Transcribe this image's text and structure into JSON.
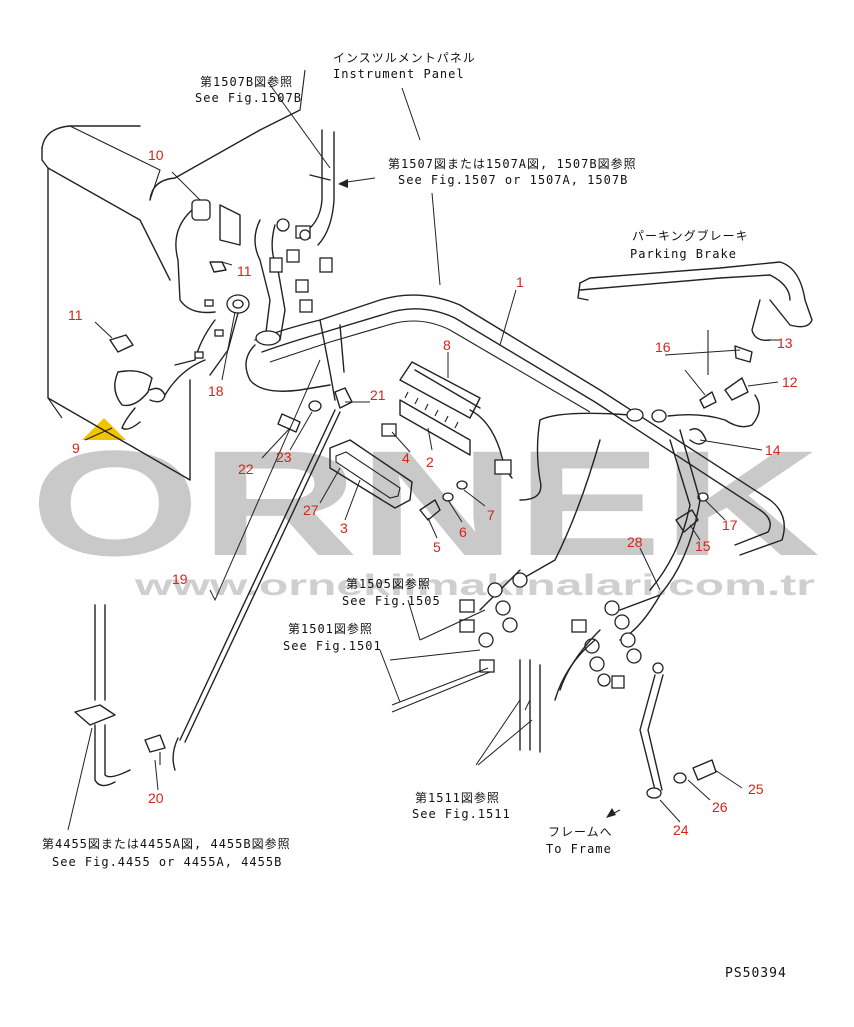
{
  "watermark": {
    "logo": "ORNEK",
    "url": "www.ornekiimakinalari.com.tr",
    "accent_color": "#f2c300",
    "color": "#c9c9c9"
  },
  "references": {
    "instrument_panel": {
      "jp": "インスツルメントパネル",
      "en": "Instrument Panel"
    },
    "fig_1507b": {
      "jp": "第1507B図参照",
      "en": "See Fig.1507B"
    },
    "fig_1507": {
      "jp": "第1507図または1507A図, 1507B図参照",
      "en": "See Fig.1507 or 1507A, 1507B"
    },
    "parking_brake": {
      "jp": "パーキングブレーキ",
      "en": "Parking Brake"
    },
    "fig_1505": {
      "jp": "第1505図参照",
      "en": "See Fig.1505"
    },
    "fig_1501": {
      "jp": "第1501図参照",
      "en": "See Fig.1501"
    },
    "fig_1511": {
      "jp": "第1511図参照",
      "en": "See Fig.1511"
    },
    "frame": {
      "jp": "フレームへ",
      "en": "To Frame"
    },
    "fig_4455": {
      "jp": "第4455図または4455A図, 4455B図参照",
      "en": "See Fig.4455 or 4455A, 4455B"
    }
  },
  "part_numbers": {
    "p1": "1",
    "p2": "2",
    "p3": "3",
    "p4": "4",
    "p5": "5",
    "p6": "6",
    "p7": "7",
    "p8": "8",
    "p9": "9",
    "p10": "10",
    "p11a": "11",
    "p11b": "11",
    "p12": "12",
    "p13": "13",
    "p14": "14",
    "p15": "15",
    "p16": "16",
    "p17": "17",
    "p18": "18",
    "p19": "19",
    "p20": "20",
    "p21": "21",
    "p22": "22",
    "p23": "23",
    "p24": "24",
    "p25": "25",
    "p26": "26",
    "p27": "27",
    "p28": "28"
  },
  "drawing_code": "PS50394",
  "colors": {
    "part_number": "#d4241c",
    "line": "#222222"
  }
}
